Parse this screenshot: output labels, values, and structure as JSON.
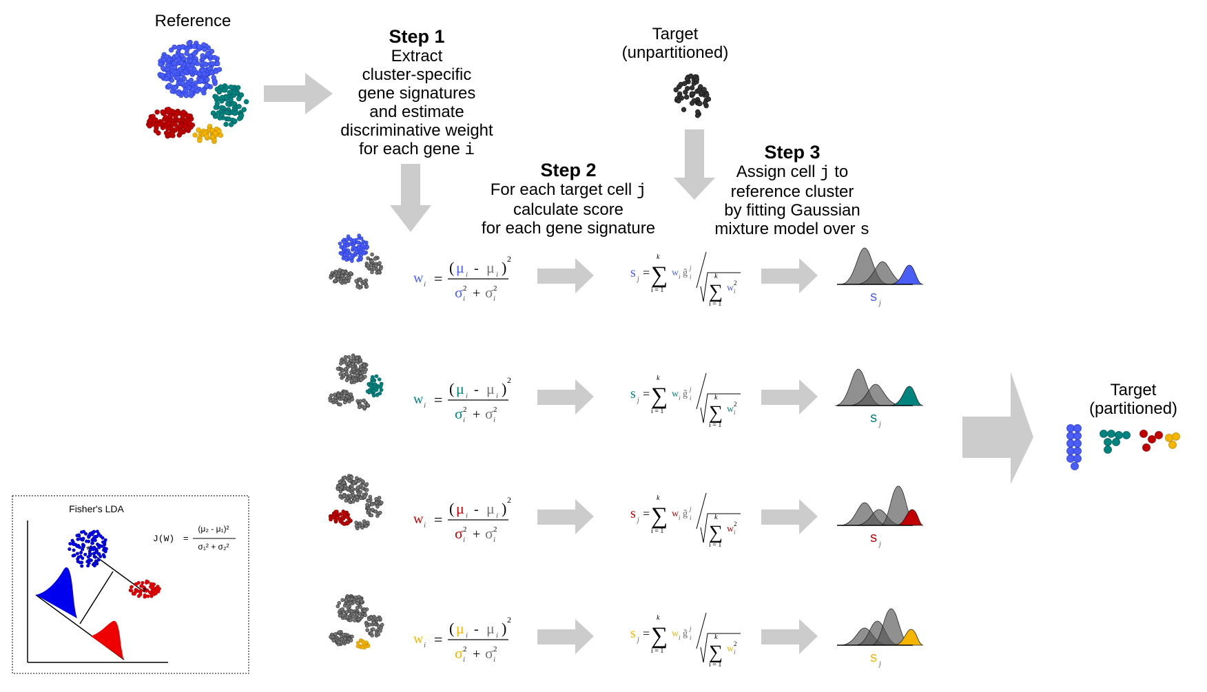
{
  "colors": {
    "blue": "#4a5ef5",
    "teal": "#00837f",
    "red": "#c00000",
    "yellow": "#f5b400",
    "gray": "#555555",
    "arrow": "#cccccc",
    "lda_blue": "#0000ee",
    "lda_red": "#ee0000"
  },
  "reference": {
    "title": "Reference"
  },
  "step1": {
    "title": "Step 1",
    "lines": [
      "Extract",
      "cluster-specific",
      "gene signatures",
      "and estimate",
      "discriminative weight"
    ],
    "last_prefix": "for each gene",
    "last_var": "i"
  },
  "target_unpartitioned": {
    "line1": "Target",
    "line2": "(unpartitioned)"
  },
  "step2": {
    "title": "Step 2",
    "line1_prefix": "For each target cell",
    "line1_var": "j",
    "line2": "calculate score",
    "line3": "for each gene signature"
  },
  "step3": {
    "title": "Step 3",
    "line1_prefix": "Assign cell",
    "line1_var": "j",
    "line1_suffix": "to",
    "line2": "reference cluster",
    "line3": "by fitting Gaussian",
    "line4_prefix": "mixture model over",
    "line4_var": "s"
  },
  "target_partitioned": {
    "line1": "Target",
    "line2": "(partitioned)"
  },
  "formula": {
    "w": "w",
    "i": "i",
    "j": "j",
    "k": "k",
    "s": "s",
    "g": "g̃",
    "equals": "=",
    "mu": "μ",
    "minus": "-",
    "sigma": "σ",
    "plus": "+",
    "two": "2",
    "one": "1",
    "i_eq": "i = 1",
    "sum": "∑"
  },
  "rows": [
    {
      "cluster": "blue"
    },
    {
      "cluster": "teal"
    },
    {
      "cluster": "red"
    },
    {
      "cluster": "yellow"
    }
  ],
  "lda": {
    "title": "Fisher's LDA",
    "formula_lhs": "J(W)",
    "formula_eq": "=",
    "numerator": "(μ₂ - μ₁)²",
    "denominator": "σ₁² + σ₂²"
  }
}
